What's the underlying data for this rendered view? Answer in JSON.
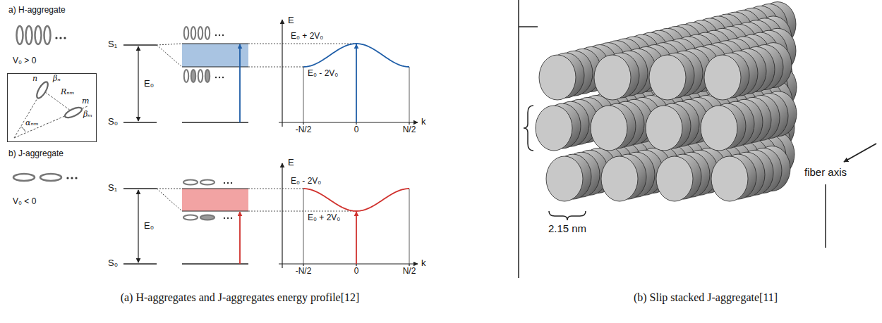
{
  "diagram": {
    "nodes": [
      {
        "text": [
          "n",
          "βₙ",
          "Rₙₘ",
          "m",
          "βₘ",
          "αₙₘ"
        ]
      }
    ],
    "labels": [
      "a) H-aggregate",
      "V₀ > 0",
      "S₁",
      "S₀",
      "E₀",
      "E₀ + 2V₀",
      "E₀ - 2V₀",
      "E",
      "-N/2",
      "0",
      "N/2",
      "k",
      "b) J-aggregate",
      "V₀ < 0",
      "S₁",
      "S₀",
      "E₀",
      "E₀ - 2V₀",
      "E₀ + 2V₀",
      "E",
      "-N/2",
      "0",
      "N/2",
      "k",
      "fiber axis",
      "2.15 nm",
      "(a) H-aggregates and J-aggregates energy profile[12]",
      "(b) Slip stacked J-aggregate[11]"
    ]
  }
}
